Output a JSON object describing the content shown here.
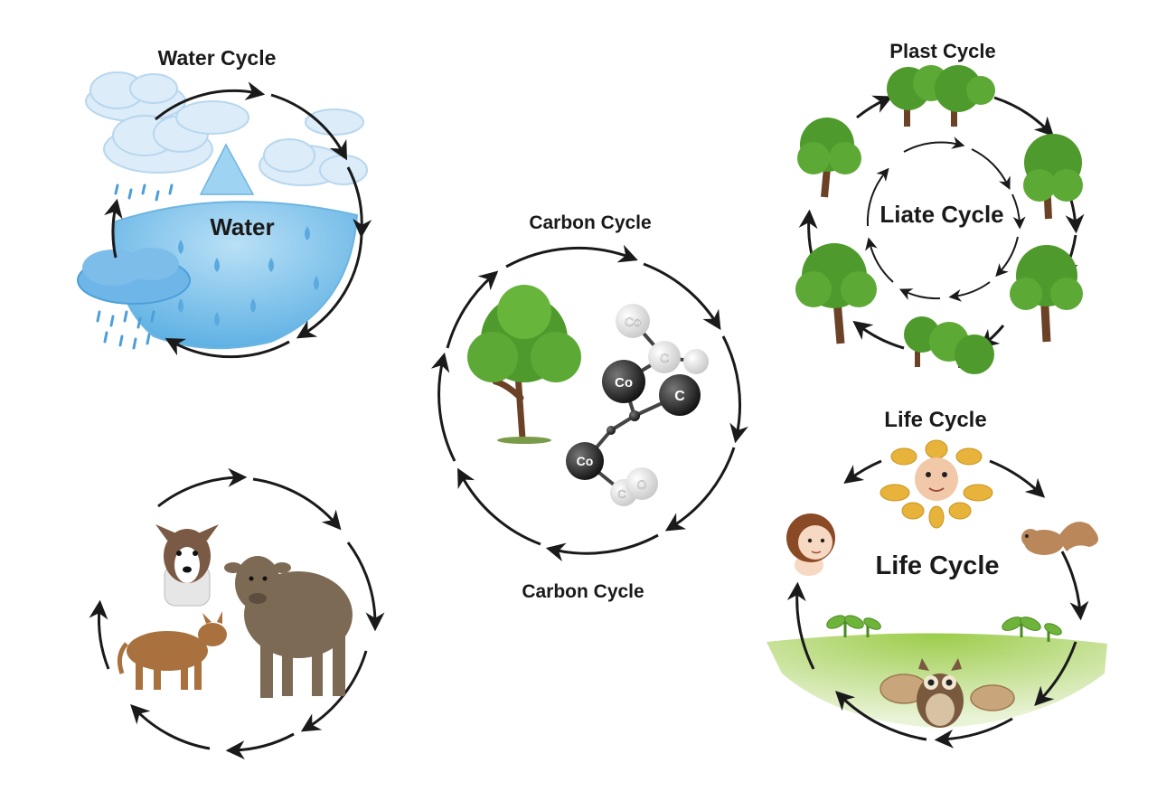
{
  "water_cycle": {
    "title": "Water Cycle",
    "center_label": "Water"
  },
  "carbon_cycle": {
    "title_top": "Carbon Cycle",
    "title_bottom": "Carbon Cycle",
    "molecule_labels": [
      "Co",
      "C",
      "Co",
      "C",
      "Co",
      "C",
      "O"
    ]
  },
  "plant_cycle": {
    "title": "Plast Cycle",
    "inner_label": "Liate Cycle"
  },
  "animal_cycle": {
    "animals": [
      "dog",
      "calf",
      "buffalo"
    ]
  },
  "life_cycle": {
    "title": "Life Cycle",
    "center_label": "Life Cycle"
  },
  "colors": {
    "arrow": "#1a1a1a",
    "water": "#7fc3ea",
    "water_dark": "#3f9bd6",
    "cloud": "#dcecf8",
    "tree_green": "#4f9a2c",
    "trunk": "#6b4226",
    "grass": "#7cb342",
    "animal_brown": "#8a6a4a"
  }
}
